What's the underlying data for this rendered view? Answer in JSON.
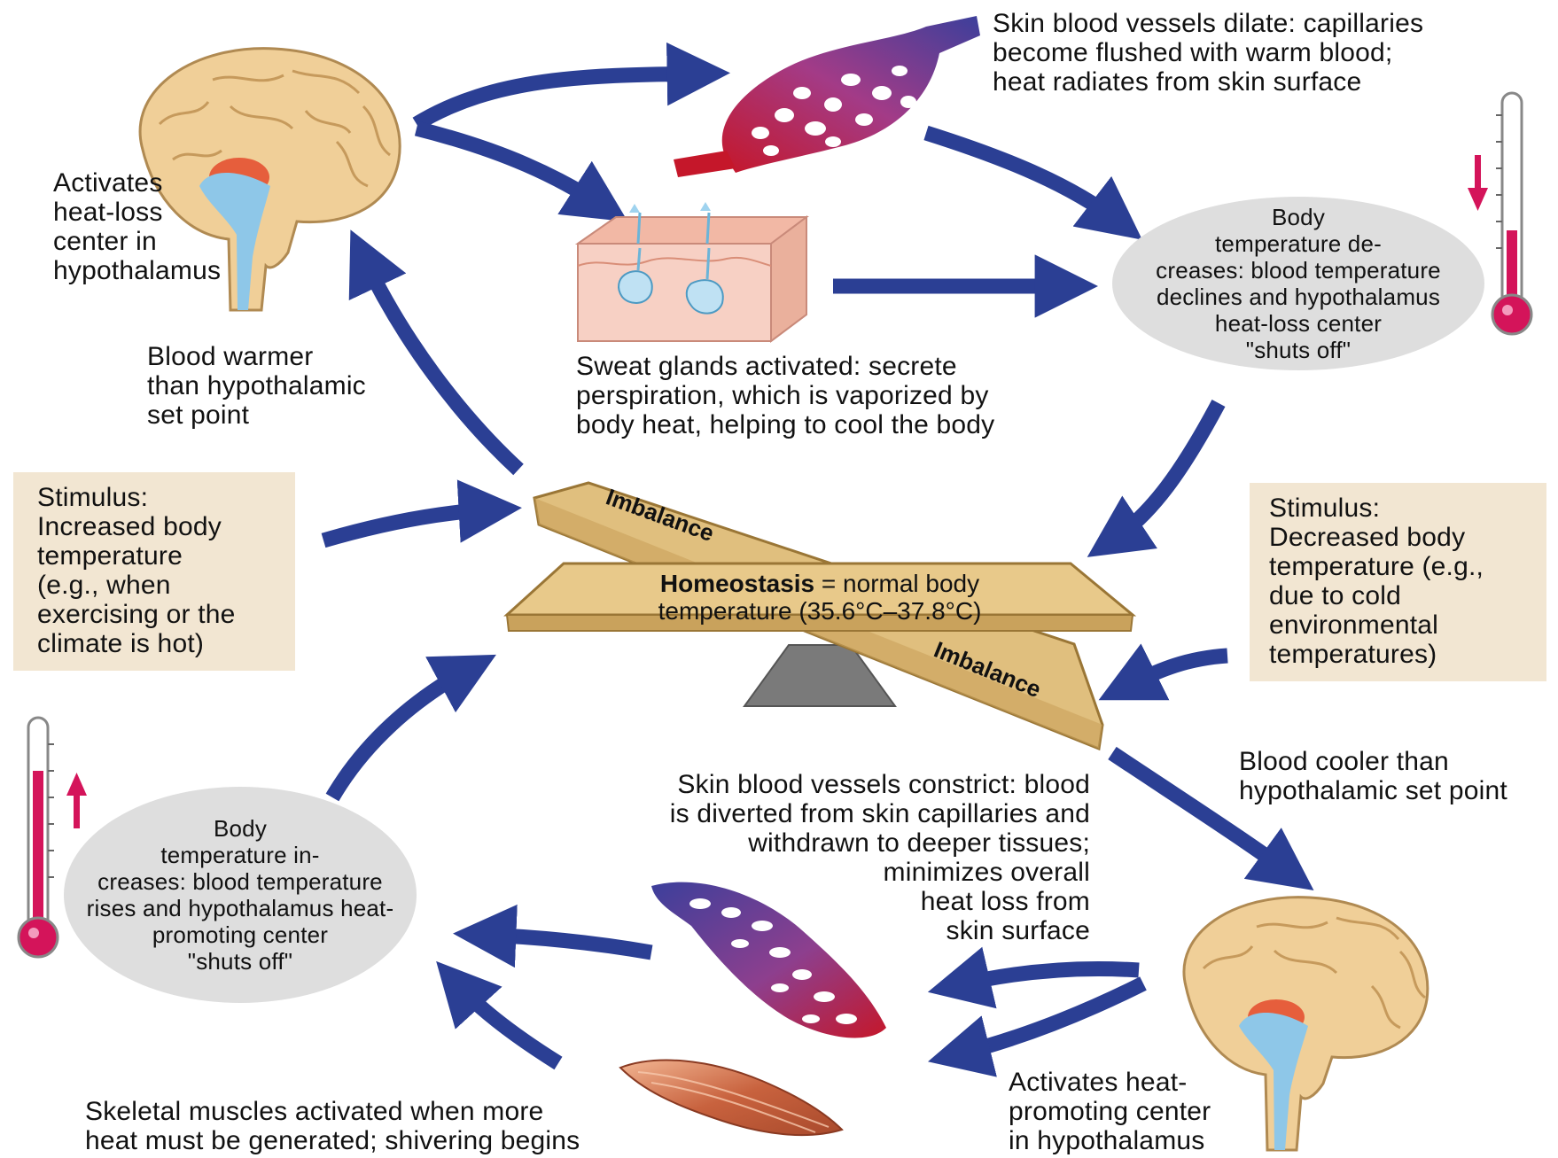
{
  "labels": {
    "skin_vessels_dilate": "Skin blood vessels dilate: capillaries\nbecome flushed with warm blood;\nheat radiates from skin surface",
    "activates_heat_loss": "Activates\nheat-loss\ncenter in\nhypothalamus",
    "body_temp_decreases": "Body\ntemperature de-\ncreases: blood temperature\ndeclines and hypothalamus\nheat-loss center\n\"shuts off\"",
    "blood_warmer": "Blood warmer\nthan hypothalamic\nset point",
    "sweat_glands": "Sweat glands activated: secrete\nperspiration, which is vaporized by\nbody heat, helping to cool the body",
    "stimulus_increased": "Stimulus:\nIncreased body\ntemperature\n(e.g., when\nexercising or the\nclimate is hot)",
    "stimulus_decreased": "Stimulus:\nDecreased body\ntemperature (e.g.,\ndue to cold\nenvironmental\ntemperatures)",
    "homeostasis_bold": "Homeostasis",
    "homeostasis_rest": " = normal body",
    "homeostasis_line2": "temperature (35.6°C–37.8°C)",
    "imbalance_top": "Imbalance",
    "imbalance_bottom": "Imbalance",
    "blood_cooler": "Blood cooler than\nhypothalamic set point",
    "skin_vessels_constrict": "Skin blood vessels constrict: blood\nis diverted from skin capillaries and\nwithdrawn to deeper tissues;\nminimizes overall\nheat loss from\nskin surface",
    "body_temp_increases": "Body\ntemperature in-\ncreases: blood temperature\nrises and hypothalamus heat-\npromoting center\n\"shuts off\"",
    "skeletal_muscles": "Skeletal muscles activated when more\nheat must be generated; shivering begins",
    "activates_heat_promoting": "Activates heat-\npromoting center\nin hypothalamus"
  },
  "icons": {
    "brain_top": "brain-icon",
    "brain_bottom": "brain-icon",
    "capillaries_dilated": "capillary-network-icon",
    "capillaries_constricted": "capillary-network-icon",
    "skin_sweat_glands": "skin-section-icon",
    "muscle": "muscle-icon",
    "thermometer_falling": "thermometer-icon",
    "thermometer_rising": "thermometer-icon",
    "arrow_down": "arrow-down-icon",
    "arrow_up": "arrow-up-icon",
    "seesaw": "seesaw-icon"
  },
  "colors": {
    "arrow": "#2b3f94",
    "box_fill": "#f2e6d2",
    "ellipse_fill": "#dedede",
    "plank": "#e0bf7e",
    "plank_edge": "#9a7636",
    "fulcrum": "#7a7a7a",
    "thermo_red": "#d4145a",
    "brain_tan": "#f0cf98",
    "brain_blue": "#8ec7e8"
  }
}
